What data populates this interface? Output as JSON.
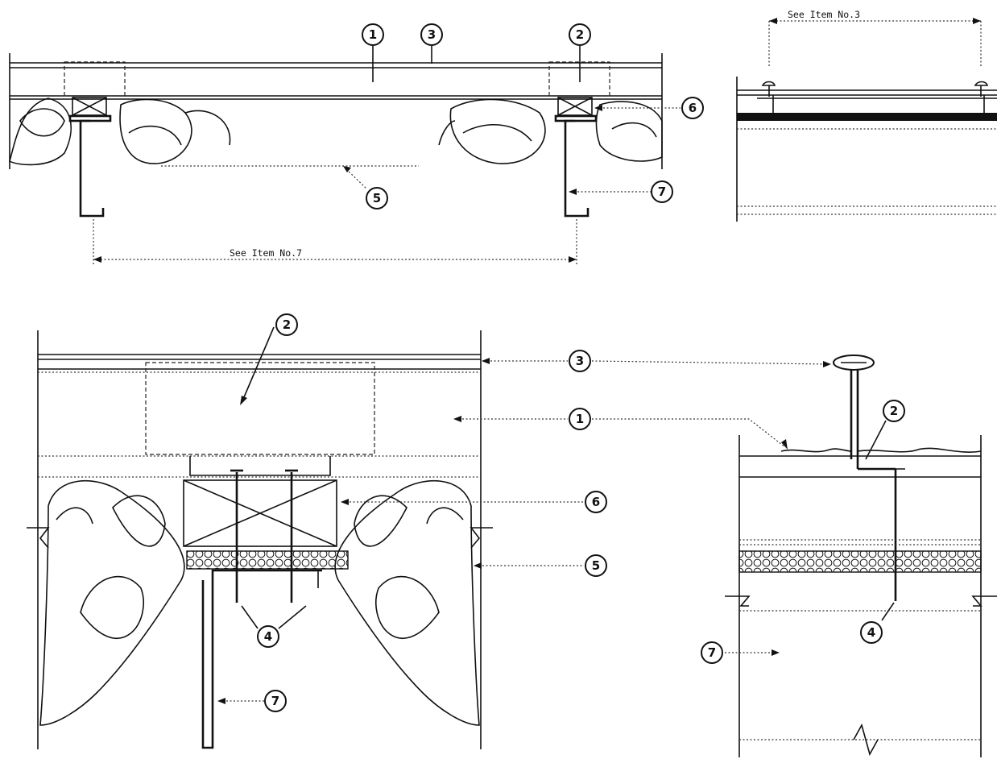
{
  "drawing": {
    "dimension_labels": {
      "top_right": "See Item No.3",
      "top_left": "See Item No.7"
    },
    "callouts": {
      "tl_1": "1",
      "tl_3": "3",
      "tl_2": "2",
      "tl_6": "6",
      "tl_5": "5",
      "tl_7": "7",
      "bl_2": "2",
      "bl_3": "3",
      "bl_1": "1",
      "bl_6": "6",
      "bl_5": "5",
      "bl_4": "4",
      "bl_7": "7",
      "br_2": "2",
      "br_4": "4",
      "br_7": "7"
    }
  }
}
